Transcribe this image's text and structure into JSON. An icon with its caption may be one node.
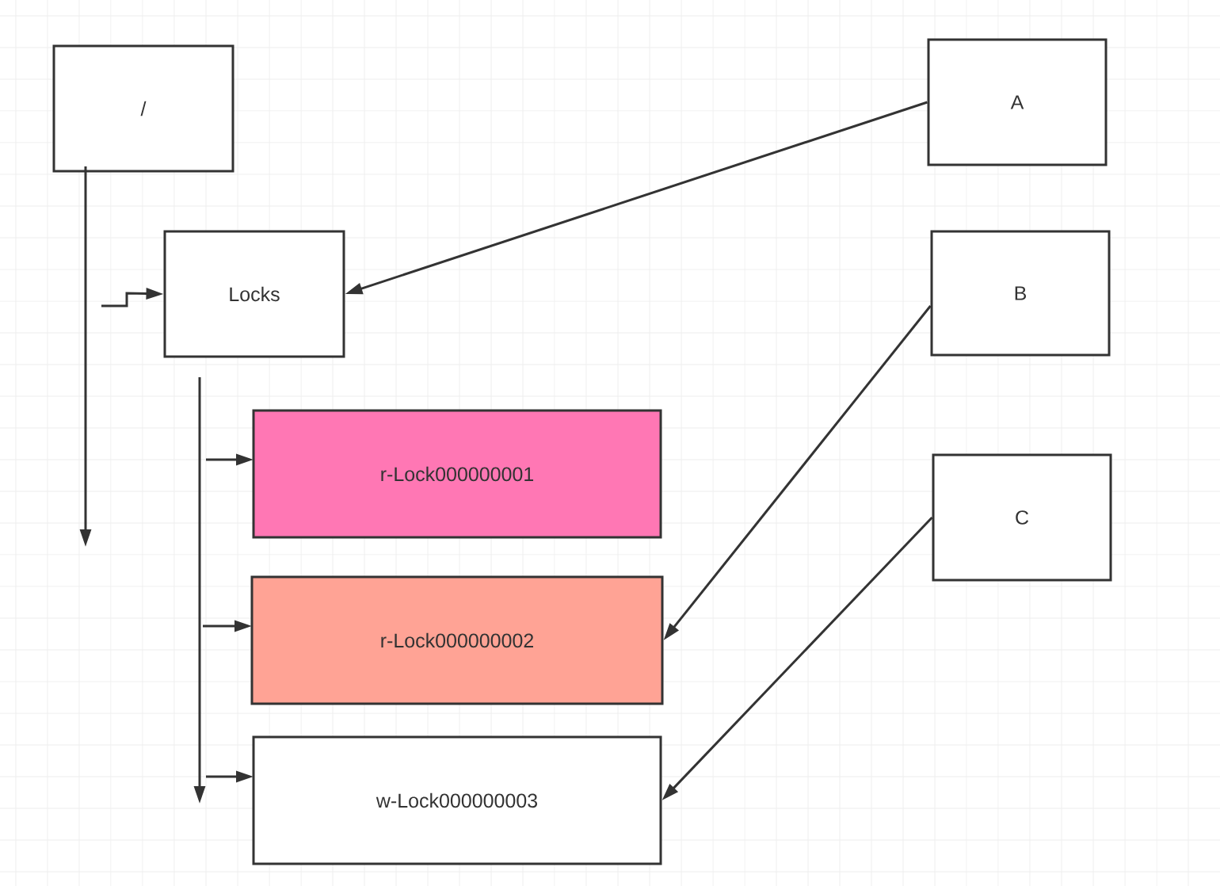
{
  "diagram": {
    "nodes": [
      {
        "text": [
          "/"
        ]
      },
      {
        "text": [
          "Locks"
        ]
      },
      {
        "text": [
          "r-Lock000000001"
        ]
      },
      {
        "text": [
          "r-Lock000000002"
        ]
      },
      {
        "text": [
          "w-Lock000000003"
        ]
      },
      {
        "text": [
          "A"
        ]
      },
      {
        "text": [
          "B"
        ]
      },
      {
        "text": [
          "C"
        ]
      }
    ],
    "edges": [
      {
        "from": 0,
        "to": null,
        "arrow": "to"
      },
      {
        "from": null,
        "to": 1,
        "arrow": "to"
      },
      {
        "from": 1,
        "to": null,
        "arrow": "to"
      },
      {
        "from": null,
        "to": 2,
        "arrow": "to"
      },
      {
        "from": null,
        "to": 3,
        "arrow": "to"
      },
      {
        "from": null,
        "to": 4,
        "arrow": "to"
      },
      {
        "from": 5,
        "to": 1,
        "arrow": "to"
      },
      {
        "from": 6,
        "to": 3,
        "arrow": "to"
      },
      {
        "from": 7,
        "to": 4,
        "arrow": "to"
      }
    ]
  }
}
